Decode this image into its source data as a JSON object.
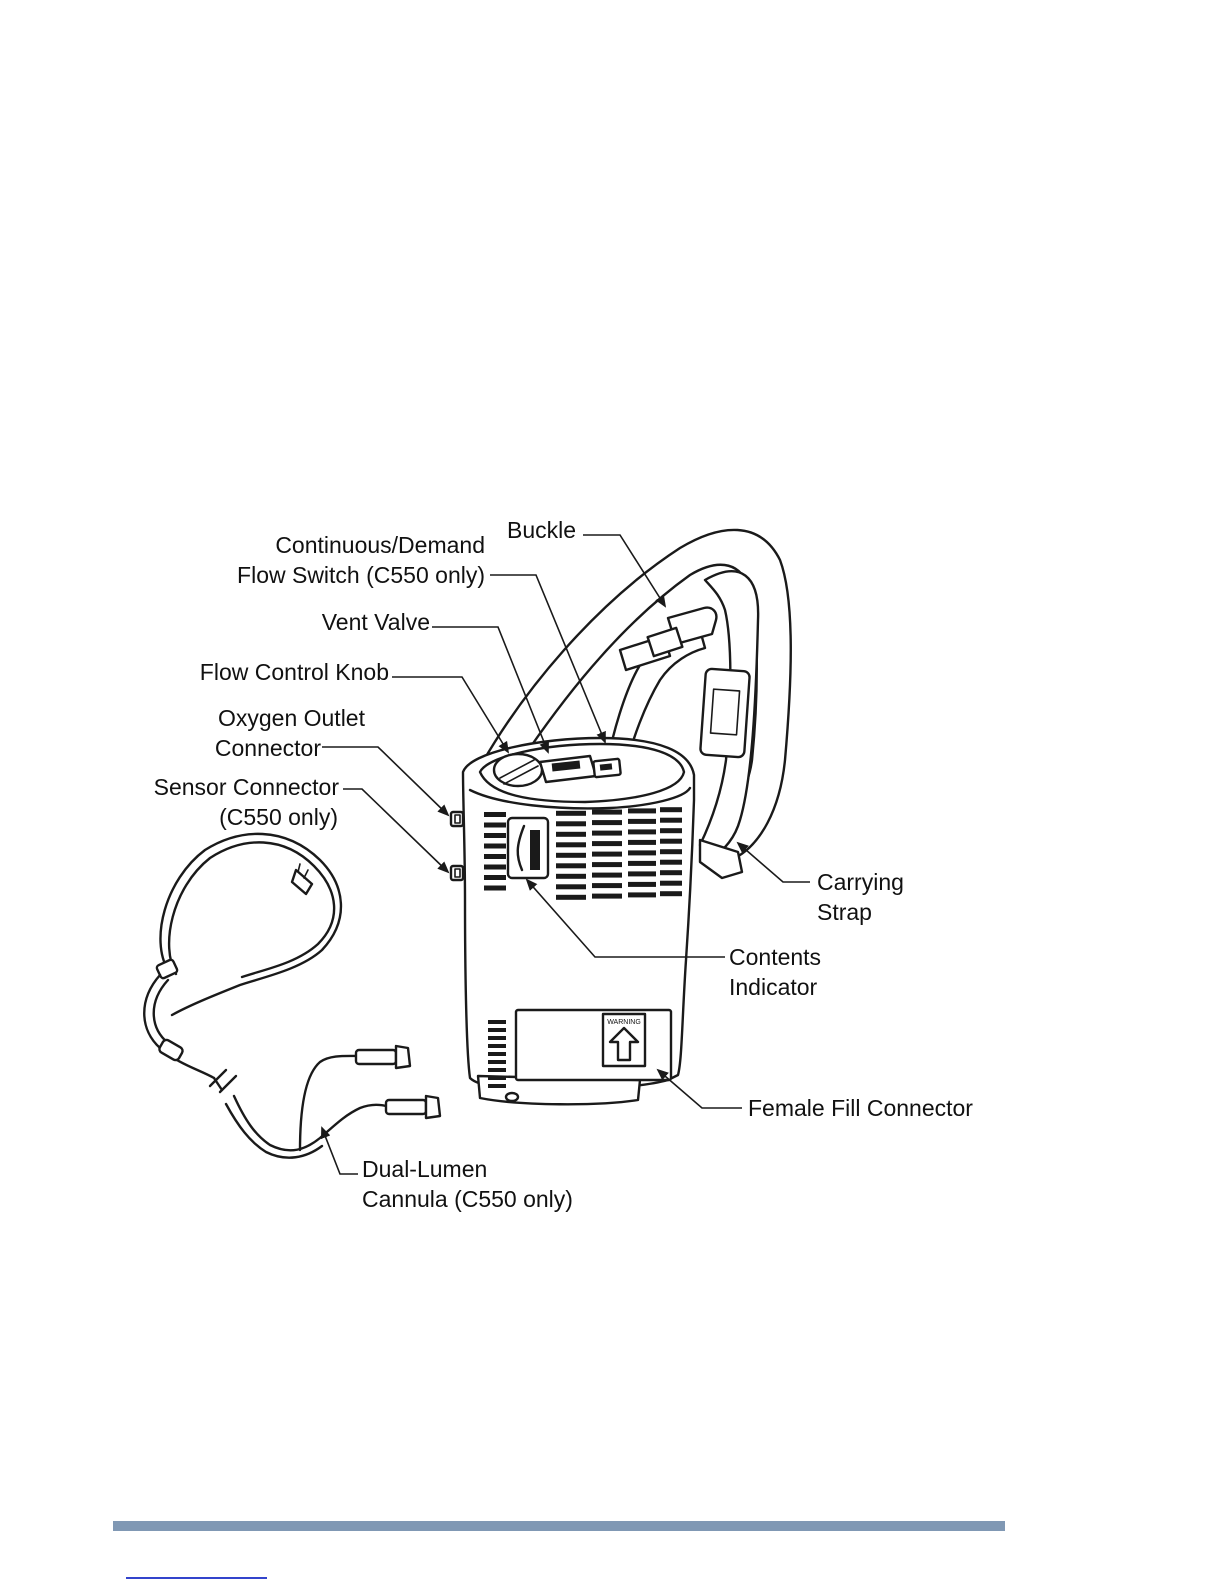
{
  "colors": {
    "footer_rule": "#8098b4",
    "footer_link": "#3344cc",
    "line_art": "#1a1a1a"
  },
  "labels": {
    "buckle": "Buckle",
    "flow_switch_line1": "Continuous/Demand",
    "flow_switch_line2": "Flow Switch (C550 only)",
    "vent_valve": "Vent Valve",
    "flow_knob": "Flow Control Knob",
    "oxygen_outlet_line1": "Oxygen Outlet",
    "oxygen_outlet_line2": "Connector",
    "sensor_line1": "Sensor Connector",
    "sensor_line2": "(C550 only)",
    "carrying_line1": "Carrying",
    "carrying_line2": "Strap",
    "contents_line1": "Contents",
    "contents_line2": "Indicator",
    "fill_connector": "Female Fill Connector",
    "cannula_line1": "Dual-Lumen",
    "cannula_line2": "Cannula (C550 only)",
    "warning_sticker": "WARNING"
  }
}
